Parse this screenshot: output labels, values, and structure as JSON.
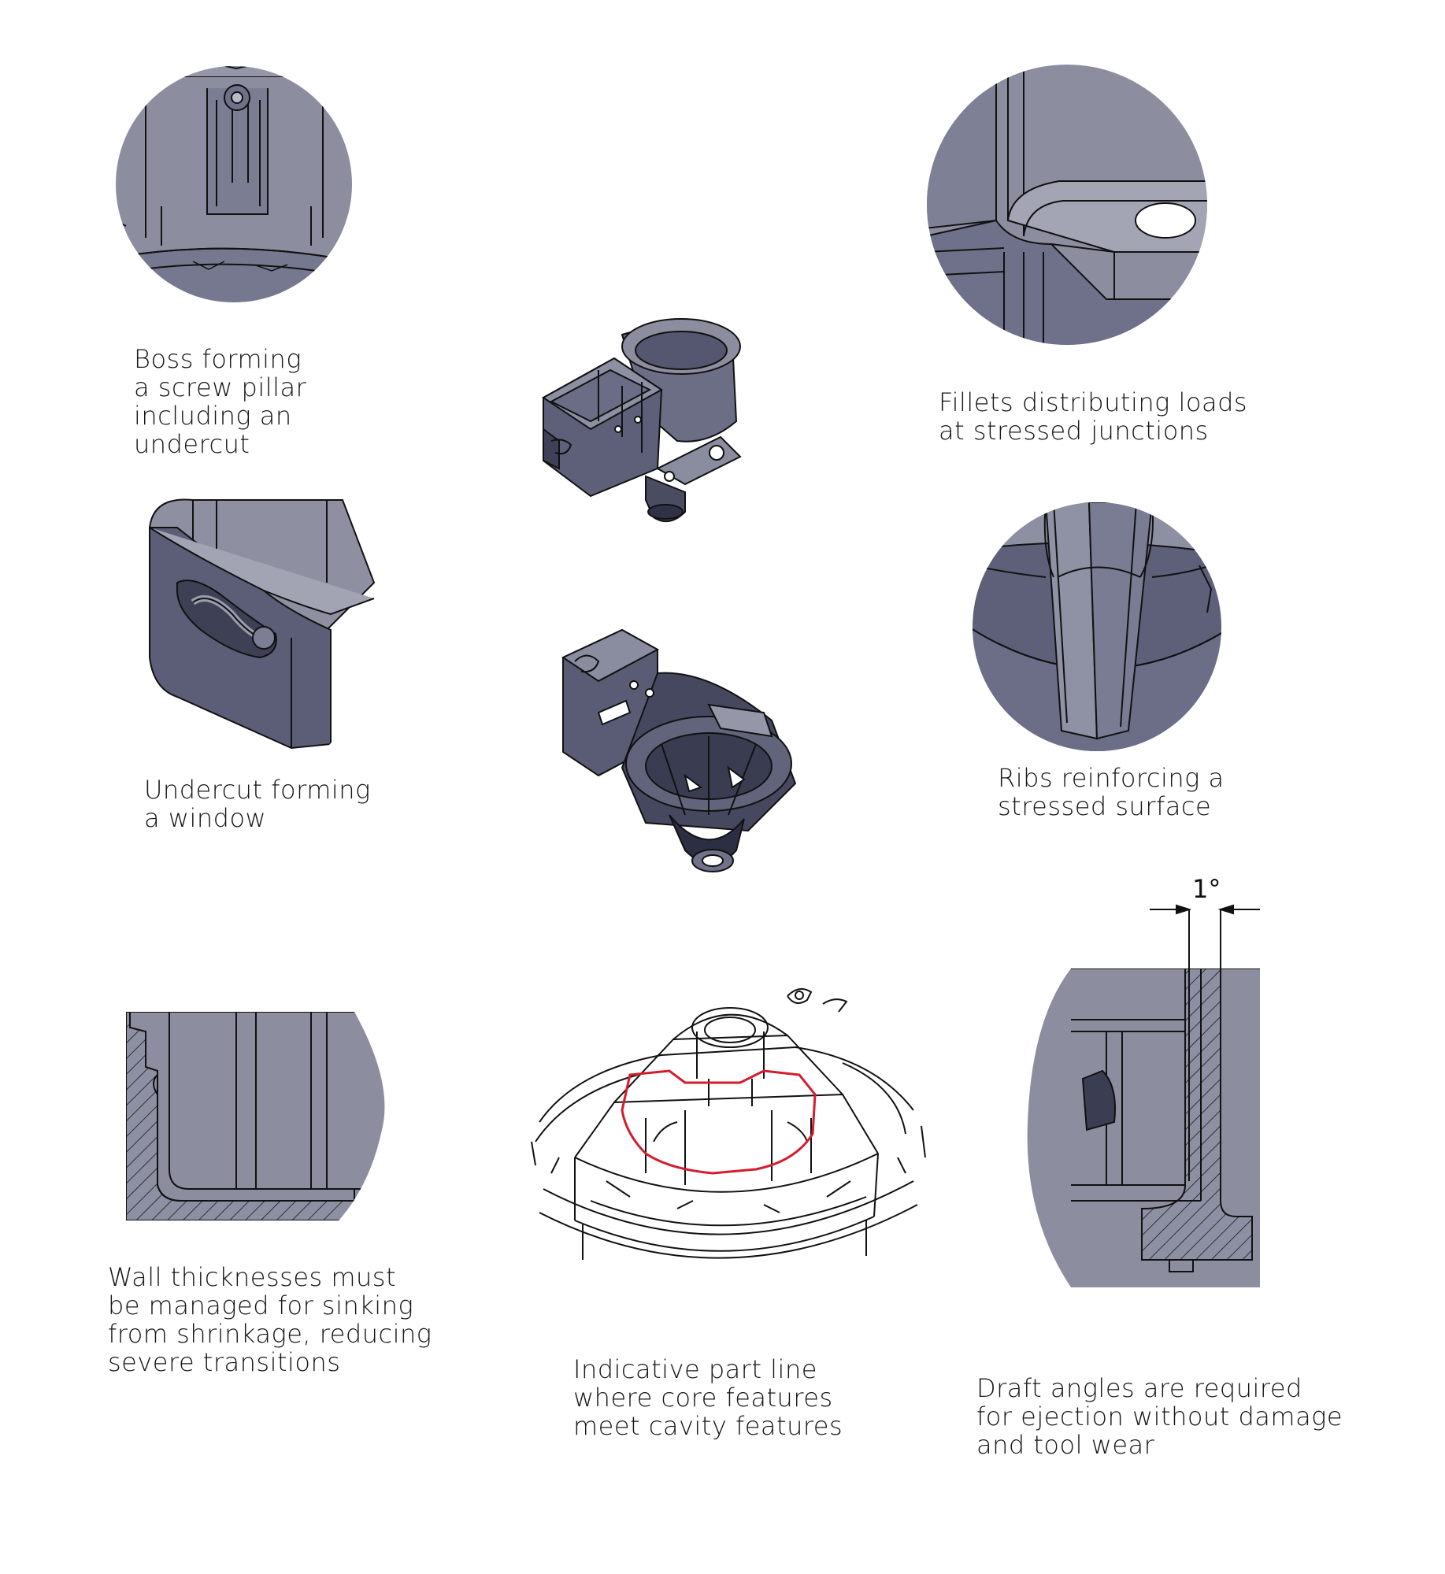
{
  "colors": {
    "metal_light": "#8f91a2",
    "metal_mid": "#70728a",
    "metal_dark": "#4d4f64",
    "edge": "#111111",
    "part_line": "#d41c2c",
    "background": "#ffffff"
  },
  "callouts": {
    "boss": {
      "lines": [
        "Boss forming",
        "a screw pillar",
        "including an",
        "undercut"
      ]
    },
    "fillets": {
      "lines": [
        "Fillets distributing loads",
        "at stressed junctions"
      ]
    },
    "window": {
      "lines": [
        "Undercut forming",
        "a window"
      ]
    },
    "ribs": {
      "lines": [
        "Ribs reinforcing a",
        "stressed surface"
      ]
    },
    "wall": {
      "lines": [
        "Wall thicknesses must",
        "be managed for sinking",
        "from shrinkage, reducing",
        "severe transitions"
      ]
    },
    "partline": {
      "lines": [
        "Indicative part line",
        "where core features",
        "meet cavity features"
      ]
    },
    "draft": {
      "lines": [
        "Draft angles are required",
        "for ejection without damage",
        "and tool wear"
      ]
    }
  },
  "draft_dimension": {
    "label": "1°"
  }
}
